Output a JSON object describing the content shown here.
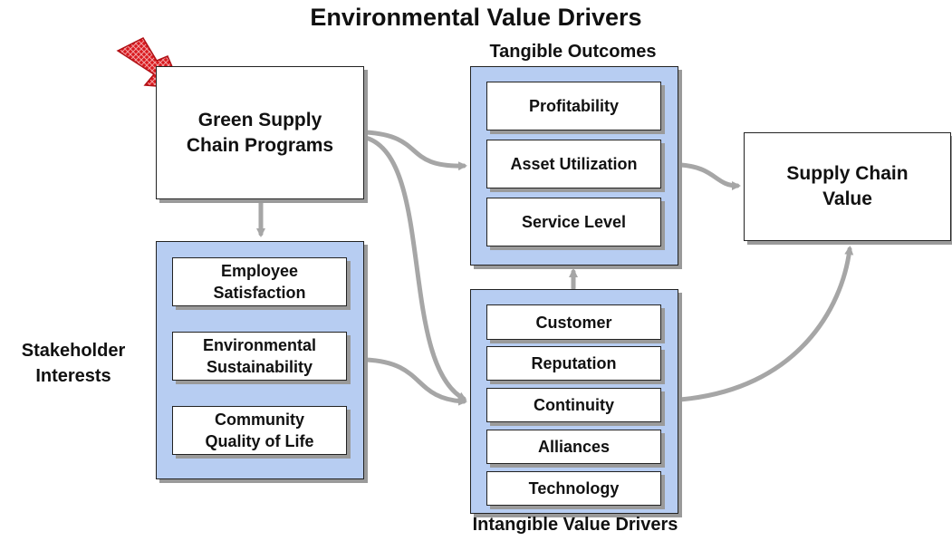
{
  "title": "Environmental Value Drivers",
  "start": {
    "label_line1": "Green Supply",
    "label_line2": "Chain Programs"
  },
  "tangible": {
    "heading": "Tangible Outcomes",
    "items": [
      "Profitability",
      "Asset Utilization",
      "Service Level"
    ]
  },
  "value": {
    "label_line1": "Supply Chain",
    "label_line2": "Value"
  },
  "stakeholder": {
    "heading_line1": "Stakeholder",
    "heading_line2": "Interests",
    "items": [
      {
        "line1": "Employee",
        "line2": "Satisfaction"
      },
      {
        "line1": "Environmental",
        "line2": "Sustainability"
      },
      {
        "line1": "Community",
        "line2": "Quality of Life"
      }
    ]
  },
  "intangible": {
    "heading": "Intangible Value Drivers",
    "items": [
      "Customer",
      "Reputation",
      "Continuity",
      "Alliances",
      "Technology"
    ]
  },
  "colors": {
    "panel": "#b7cdf2",
    "connector": "#a6a6a6",
    "pointer": "#d9191e"
  }
}
